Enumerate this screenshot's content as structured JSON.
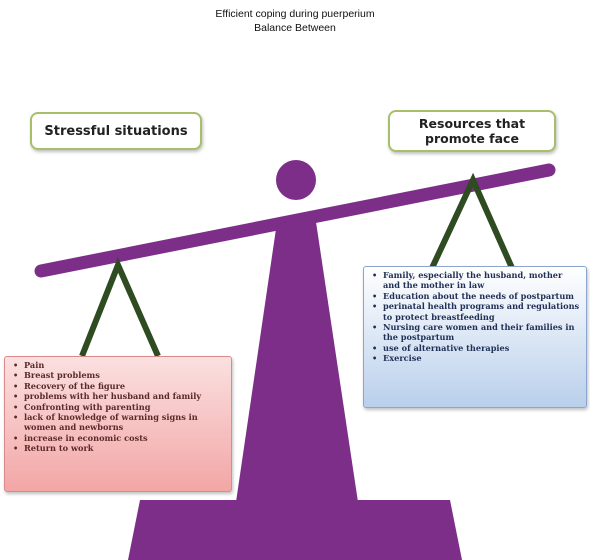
{
  "title": {
    "line1": "Efficient coping during puerperium",
    "line2": "Balance Between"
  },
  "left_pan": {
    "label": "Stressful situations",
    "items": [
      "Pain",
      "Breast problems",
      "Recovery of the figure",
      "problems with her husband and family",
      "Confronting with parenting",
      "lack of knowledge of warning signs in women and newborns",
      "increase in economic costs",
      "Return to work"
    ]
  },
  "right_pan": {
    "label_line1": "Resources that",
    "label_line2": "promote face",
    "items": [
      "Family, especially the husband, mother and the mother in law",
      "Education about the needs of postpartum",
      "perinatal health programs and regulations to protect breastfeeding",
      "Nursing care women and their families in the postpartum",
      "use of alternative therapies",
      "Exercise"
    ]
  },
  "colors": {
    "scale": "#7d2e88",
    "hanger": "#2f4b22",
    "label_border": "#a7bf6a"
  }
}
